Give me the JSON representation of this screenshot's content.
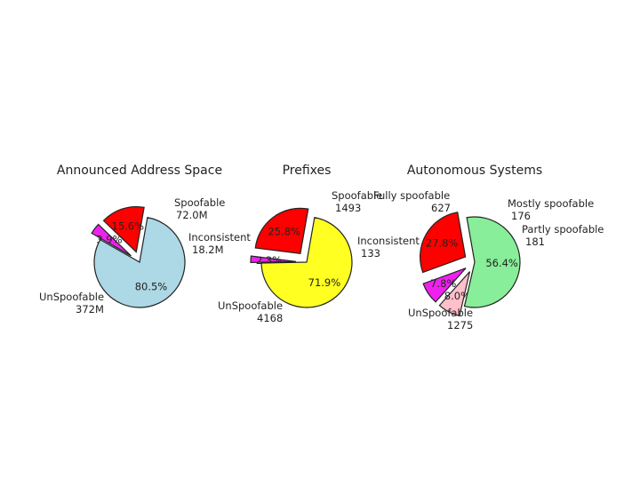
{
  "chart_data": [
    {
      "type": "pie",
      "title": "Announced Address Space",
      "slices": [
        {
          "name": "Spoofable",
          "value_label": "72.0M",
          "percent": 15.6,
          "color": "#ff0000",
          "exploded": true
        },
        {
          "name": "Inconsistent",
          "value_label": "18.2M",
          "percent": 3.9,
          "color": "#ee22ee",
          "exploded": true
        },
        {
          "name": "UnSpoofable",
          "value_label": "372M",
          "percent": 80.5,
          "color": "#add8e6",
          "exploded": false
        }
      ]
    },
    {
      "type": "pie",
      "title": "Prefixes",
      "slices": [
        {
          "name": "Spoofable",
          "value_label": "1493",
          "percent": 25.8,
          "color": "#ff0000",
          "exploded": true
        },
        {
          "name": "Inconsistent",
          "value_label": "133",
          "percent": 2.3,
          "color": "#ee22ee",
          "exploded": true
        },
        {
          "name": "UnSpoofable",
          "value_label": "4168",
          "percent": 71.9,
          "color": "#ffff22",
          "exploded": false
        }
      ]
    },
    {
      "type": "pie",
      "title": "Autonomous Systems",
      "slices": [
        {
          "name": "Fully spoofable",
          "value_label": "627",
          "percent": 27.8,
          "color": "#ff0000",
          "exploded": true
        },
        {
          "name": "Mostly spoofable",
          "value_label": "176",
          "percent": 7.8,
          "color": "#ee22ee",
          "exploded": true
        },
        {
          "name": "Partly spoofable",
          "value_label": "181",
          "percent": 8.0,
          "color": "#ffc0cb",
          "exploded": true
        },
        {
          "name": "UnSpoofable",
          "value_label": "1275",
          "percent": 56.4,
          "color": "#88ee99",
          "exploded": false
        }
      ]
    }
  ]
}
